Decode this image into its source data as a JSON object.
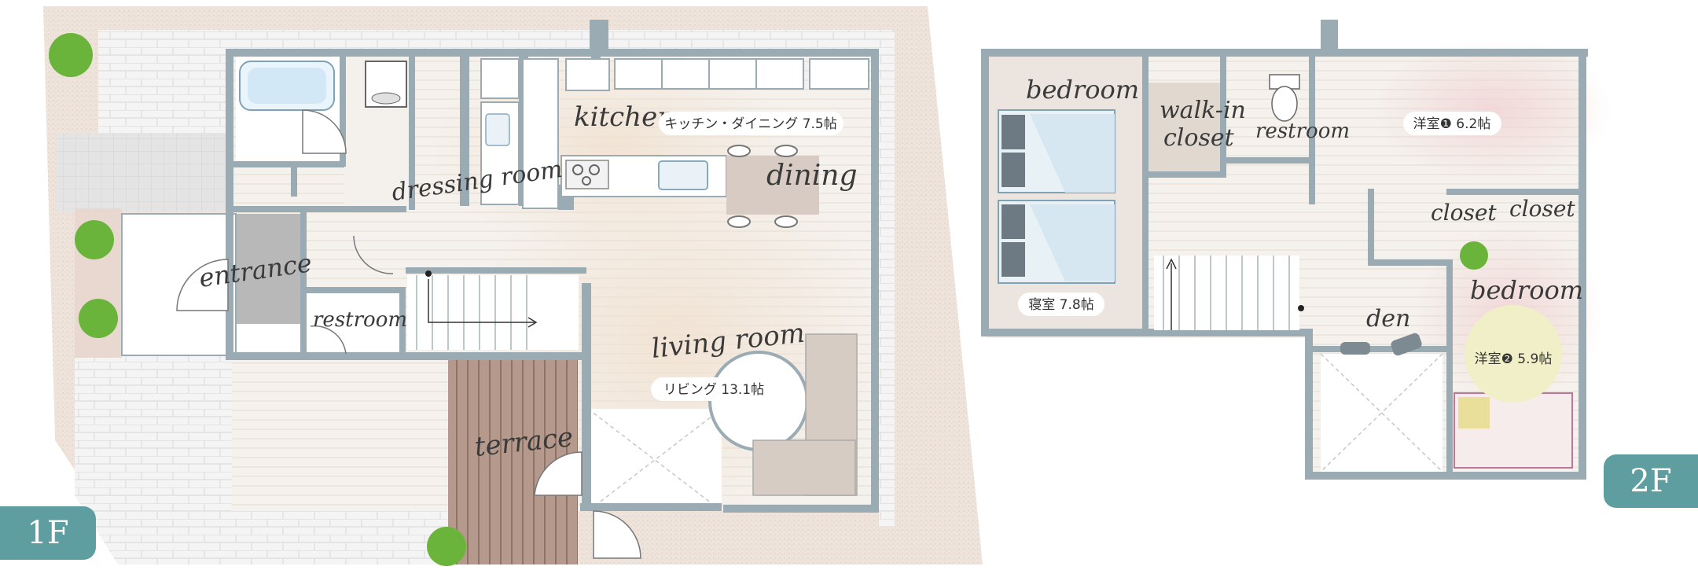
{
  "floors": {
    "first": {
      "tag": "1F",
      "rooms": {
        "kitchen": "kitchen",
        "dining": "dining",
        "dressing": "dressing room",
        "entrance": "entrance",
        "restroom": "restroom",
        "living": "living room",
        "terrace": "terrace"
      },
      "badges": {
        "kitchen_dining": "キッチン・ダイニング 7.5帖",
        "living": "リビング 13.1帖"
      }
    },
    "second": {
      "tag": "2F",
      "rooms": {
        "bedroom_main": "bedroom",
        "walk_in_1": "walk-in",
        "walk_in_2": "closet",
        "restroom": "restroom",
        "closet_a": "closet",
        "closet_b": "closet",
        "bedroom_2": "bedroom",
        "den": "den"
      },
      "badges": {
        "western1": "洋室❶ 6.2帖",
        "bedroom_jp": "寝室 7.8帖",
        "western2": "洋室❷ 5.9帖"
      }
    }
  },
  "colors": {
    "wall": "#9aabb3",
    "floor_wood": "#f1ece6",
    "lot": "#eee3dc",
    "paving": "#f3f3f3",
    "tag": "#5f9ea0",
    "tree": "#6bb43c"
  },
  "icons": [
    "tree-icon",
    "bathtub-icon",
    "washer-icon",
    "sink-icon",
    "stove-icon",
    "toilet-icon",
    "bed-icon",
    "sofa-icon",
    "chair-icon",
    "stairs-icon",
    "door-swing-icon"
  ]
}
